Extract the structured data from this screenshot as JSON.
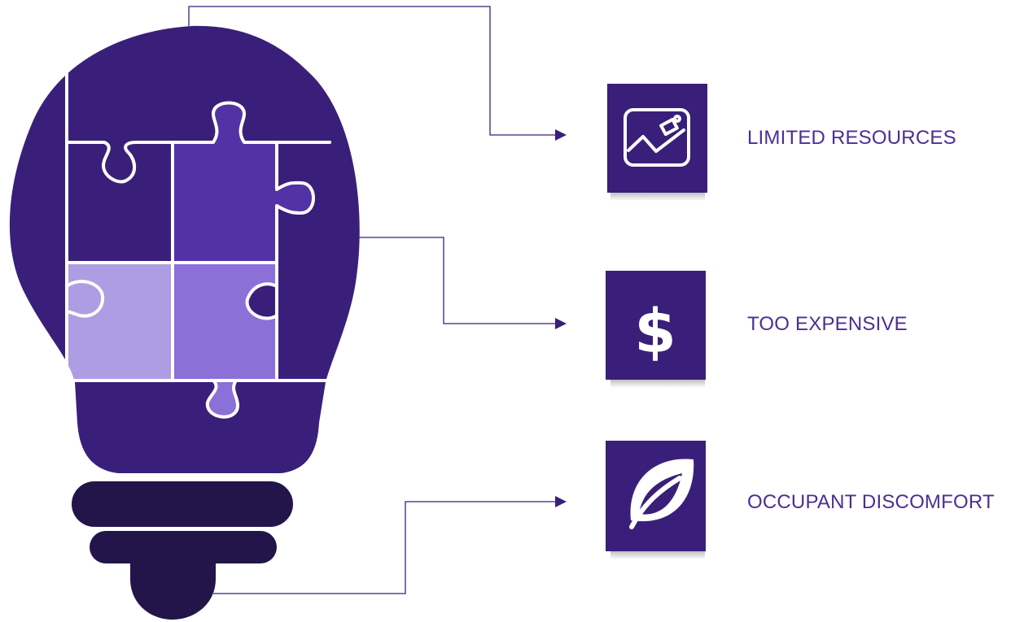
{
  "colors": {
    "bulb": "#3a1f7a",
    "base_dark": "#23154a",
    "piece_top_left": "#3a1f7a",
    "piece_top_right": "#5332a6",
    "piece_bottom_left": "#ae9de3",
    "piece_bottom_right": "#8b70d8",
    "puzzle_outline": "#ffffff",
    "connector": "#3a1f7a",
    "icon_tile": "#3a1f7a",
    "label": "#4b2e94"
  },
  "items": [
    {
      "label": "LIMITED RESOURCES",
      "icon": "image-icon"
    },
    {
      "label": "TOO EXPENSIVE",
      "icon": "dollar-icon"
    },
    {
      "label": "OCCUPANT DISCOMFORT",
      "icon": "leaf-icon"
    }
  ]
}
